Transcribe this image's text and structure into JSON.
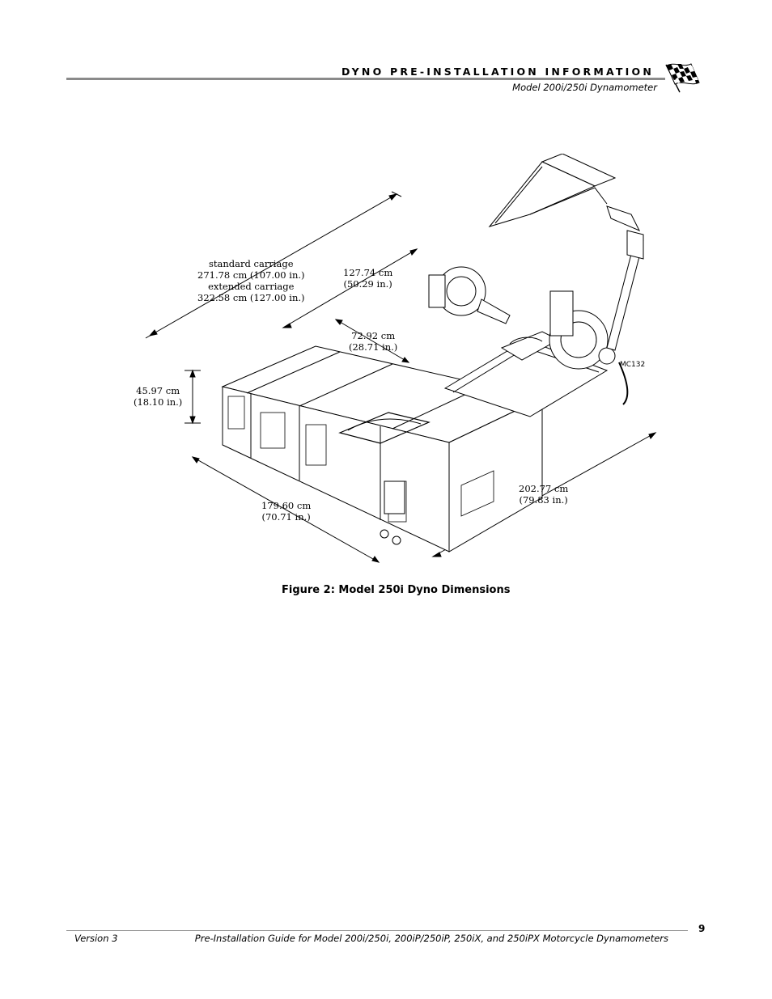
{
  "header": {
    "title": "DYNO PRE-INSTALLATION INFORMATION",
    "subtitle": "Model 200i/250i Dynamometer",
    "logo_icon": "checkered-flag-icon"
  },
  "figure": {
    "dimensions": {
      "carriage_standard_label": "standard carriage",
      "carriage_standard_value": "271.78 cm (107.00 in.)",
      "carriage_extended_label": "extended carriage",
      "carriage_extended_value": "322.58 cm (127.00 in.)",
      "d1_cm": "127.74 cm",
      "d1_in": "(50.29 in.)",
      "d2_cm": "72.92 cm",
      "d2_in": "(28.71 in.)",
      "height_cm": "45.97 cm",
      "height_in": "(18.10 in.)",
      "width_cm": "179.60 cm",
      "width_in": "(70.71 in.)",
      "length_cm": "202.77 cm",
      "length_in": "(79.83 in.)"
    },
    "drawing_code": "MC132",
    "caption": "Figure 2: Model 250i Dyno Dimensions"
  },
  "footer": {
    "version": "Version 3",
    "guide_title": "Pre-Installation Guide for Model 200i/250i, 200iP/250iP, 250iX, and 250iPX  Motorcycle Dynamometers",
    "page_number": "9"
  }
}
